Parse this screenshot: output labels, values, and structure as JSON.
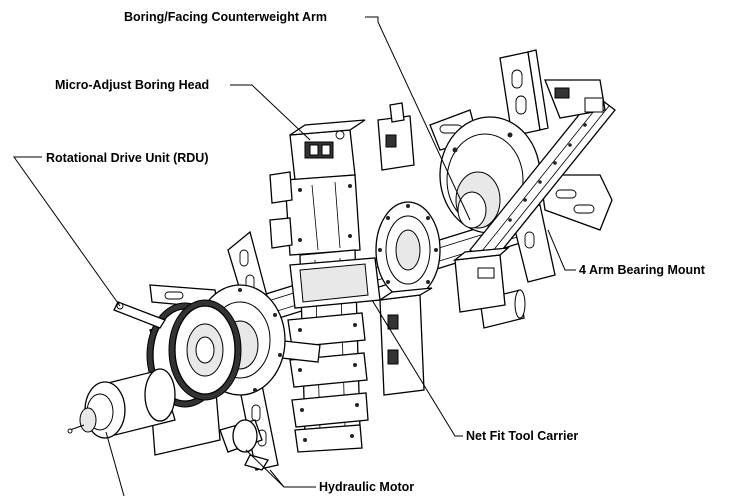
{
  "labels": {
    "counterweight_arm": "Boring/Facing Counterweight Arm",
    "boring_head": "Micro-Adjust Boring Head",
    "rdu": "Rotational Drive Unit (RDU)",
    "bearing_mount": "4 Arm Bearing Mount",
    "tool_carrier": "Net Fit Tool Carrier",
    "hydraulic_motor": "Hydraulic Motor"
  }
}
